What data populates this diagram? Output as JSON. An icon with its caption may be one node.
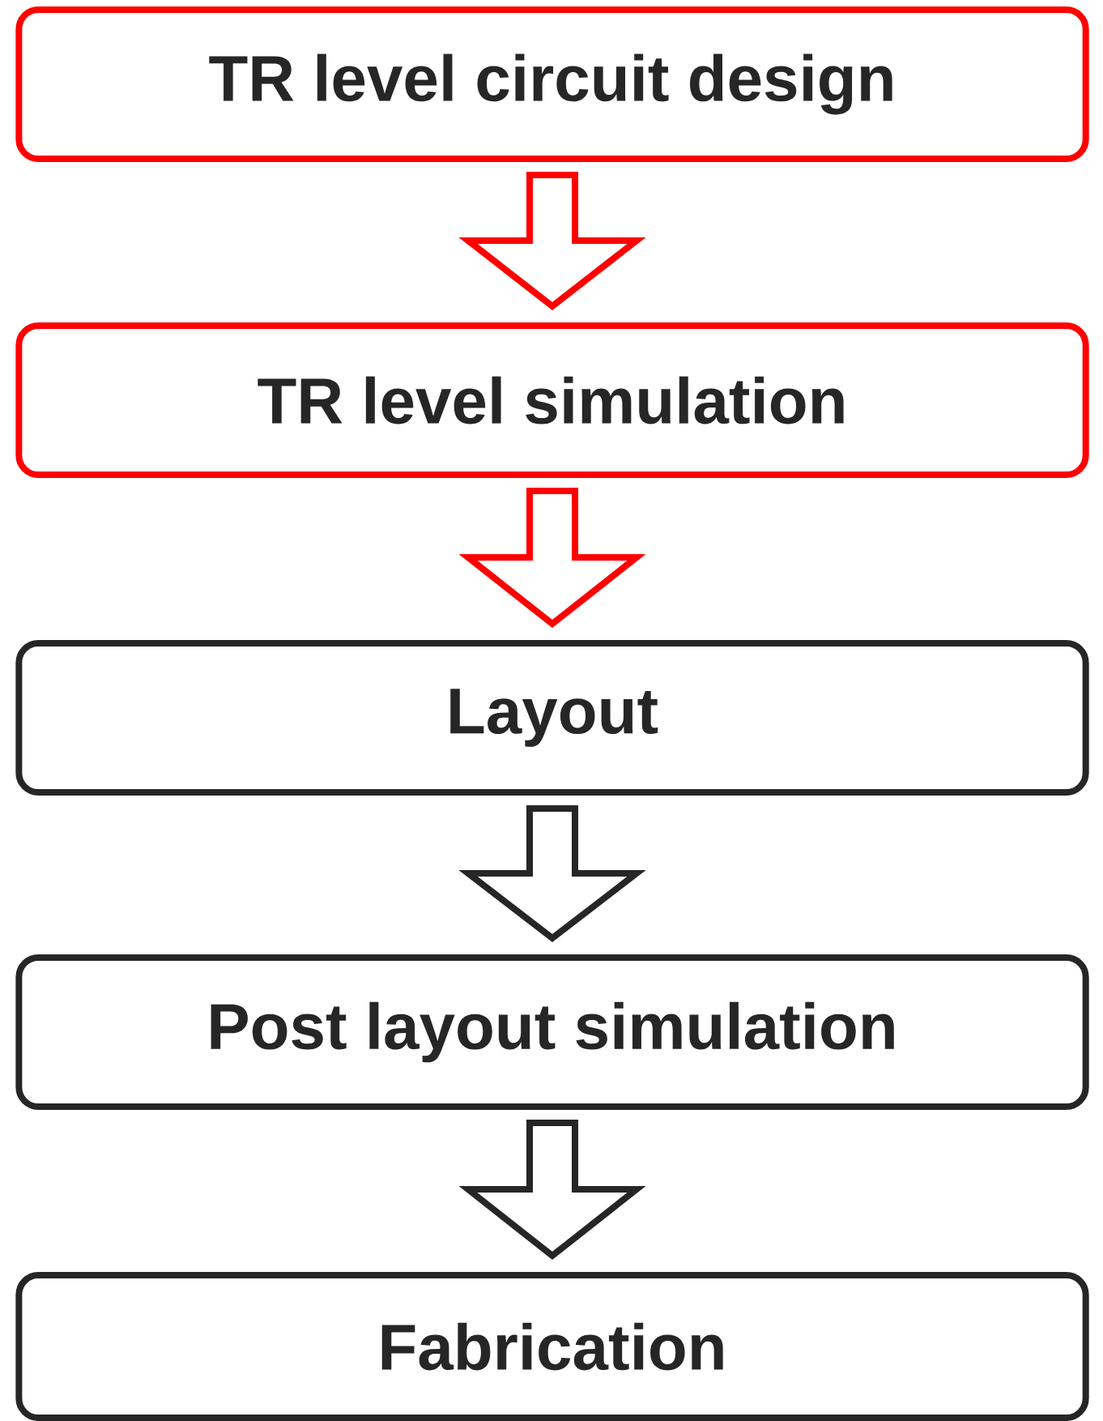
{
  "diagram": {
    "nodes": [
      {
        "text": [
          "TR level circuit design"
        ]
      },
      {
        "text": [
          "TR level simulation"
        ]
      },
      {
        "text": [
          "Layout"
        ]
      },
      {
        "text": [
          "Post layout simulation"
        ]
      },
      {
        "text": [
          "Fabrication"
        ]
      }
    ],
    "edges": [
      {
        "from": 0,
        "to": 1,
        "arrow": "to",
        "color": "#ff0000"
      },
      {
        "from": 1,
        "to": 2,
        "arrow": "to",
        "color": "#ff0000"
      },
      {
        "from": 2,
        "to": 3,
        "arrow": "to"
      },
      {
        "from": 3,
        "to": 4,
        "arrow": "to"
      }
    ]
  }
}
